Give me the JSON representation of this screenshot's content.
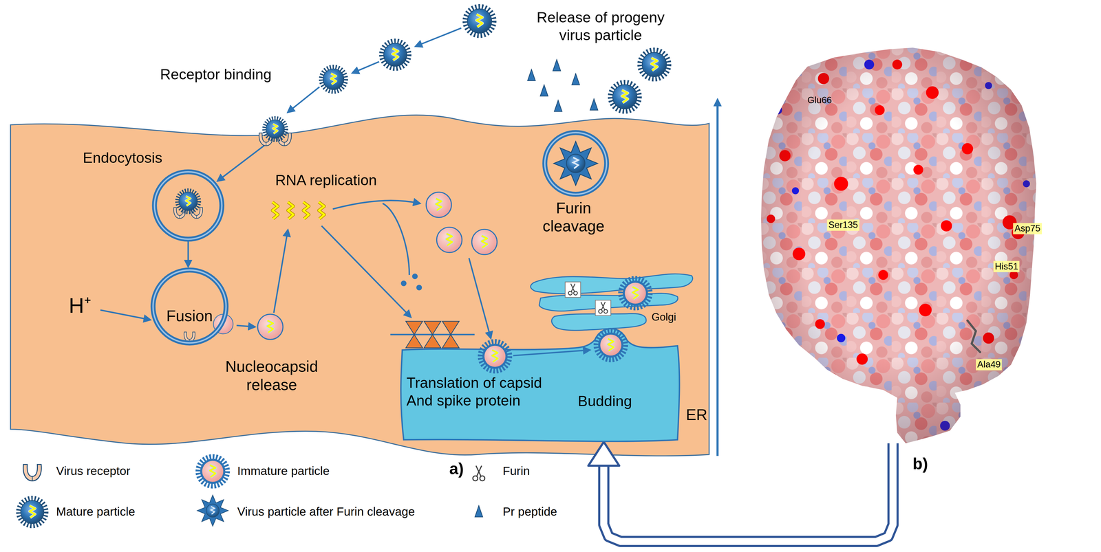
{
  "diagram": {
    "nodes": [
      {
        "text": [
          "Fusion"
        ]
      },
      {
        "text": [
          "Golgi"
        ]
      },
      {
        "text": [
          "Translation of capsid And spike protein",
          "Budding",
          "ER"
        ]
      },
      {
        "text": [
          "Glu66",
          "Ser135",
          "Asp75",
          "His51",
          "Ala49"
        ]
      }
    ],
    "edges": [
      {
        "from": 3,
        "to": 2,
        "arrow": "to"
      }
    ],
    "labels": [
      "Receptor binding",
      "Release of progeny virus particle",
      "Endocytosis",
      "RNA replication",
      "Furin cleavage",
      "H⁺",
      "Nucleocapsid release",
      "a)",
      "b)"
    ],
    "legend": [
      {
        "text": "Virus receptor"
      },
      {
        "text": "Mature particle"
      },
      {
        "text": "Immature particle"
      },
      {
        "text": "Virus particle after Furin cleavage"
      },
      {
        "text": "Furin"
      },
      {
        "text": "Pr peptide"
      }
    ]
  }
}
